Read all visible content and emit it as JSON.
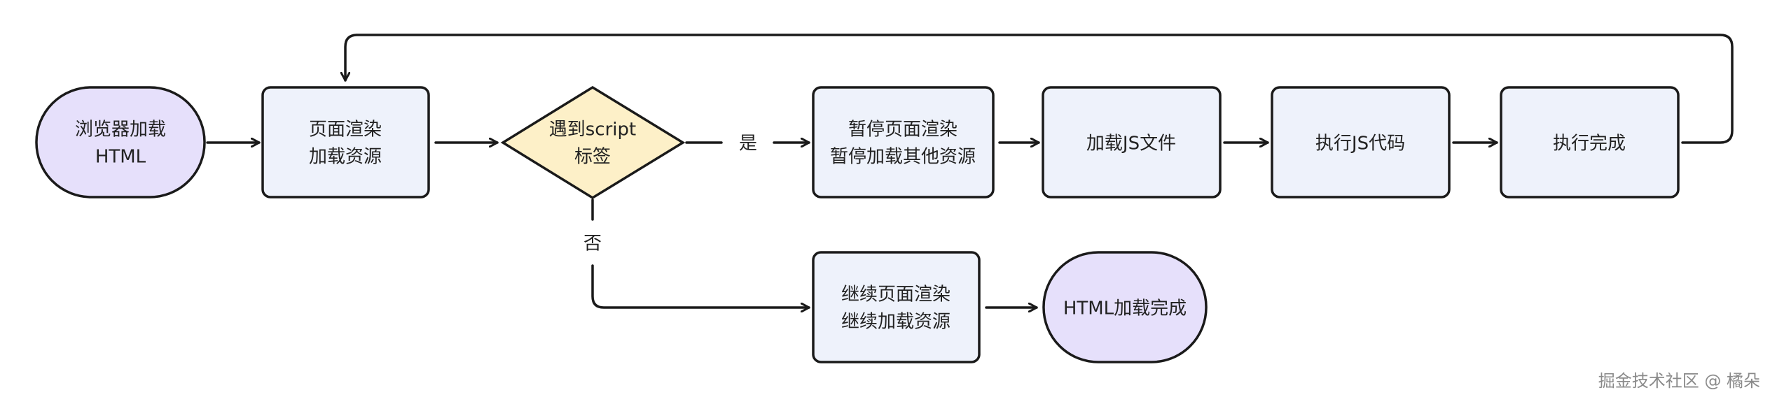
{
  "diagram": {
    "nodes": {
      "browser_load": {
        "lines": [
          "浏览器加载",
          "HTML"
        ]
      },
      "render_load": {
        "lines": [
          "页面渲染",
          "加载资源"
        ]
      },
      "script_check": {
        "lines": [
          "遇到script",
          "标签"
        ]
      },
      "pause": {
        "lines": [
          "暂停页面渲染",
          "暂停加载其他资源"
        ]
      },
      "load_js": {
        "lines": [
          "加载JS文件"
        ]
      },
      "exec_js": {
        "lines": [
          "执行JS代码"
        ]
      },
      "exec_done": {
        "lines": [
          "执行完成"
        ]
      },
      "continue": {
        "lines": [
          "继续页面渲染",
          "继续加载资源"
        ]
      },
      "html_done": {
        "lines": [
          "HTML加载完成"
        ]
      }
    },
    "edge_labels": {
      "yes": "是",
      "no": "否"
    }
  },
  "watermark": "掘金技术社区 @ 橘朵",
  "colors": {
    "terminal_fill": "#e6e0fb",
    "process_fill": "#eef2fb",
    "decision_fill": "#fdf0c8",
    "stroke": "#1a1a1a"
  }
}
